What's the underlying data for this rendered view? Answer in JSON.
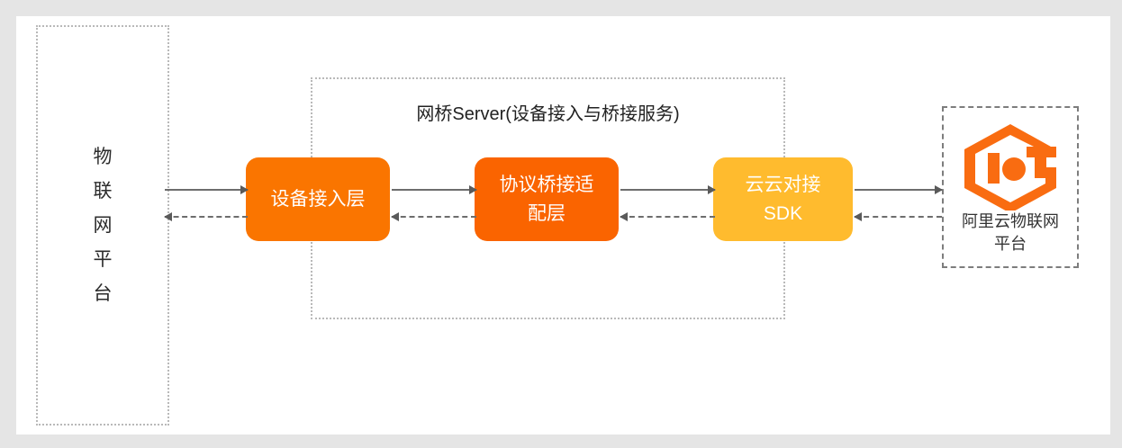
{
  "diagram": {
    "type": "architecture-flow",
    "colors": {
      "page_background": "#e5e5e5",
      "canvas_background": "#ffffff",
      "box_orange": "#fa7500",
      "box_orange_alt": "#fa6400",
      "box_amber": "#ffbb2e",
      "logo_orange": "#f96c11",
      "dotted_border": "#b9b9b9",
      "dashed_border": "#7d7d7d",
      "arrow": "#6d6d6d",
      "text_dark": "#2b2b2b"
    },
    "left_platform": {
      "label_lines": [
        "物",
        "联",
        "网",
        "平",
        "台"
      ],
      "label_text": "物联网平台",
      "border_style": "dotted"
    },
    "bridge_container": {
      "title": "网桥Server(设备接入与桥接服务)",
      "border_style": "dotted"
    },
    "boxes": [
      {
        "id": "device-access-layer",
        "lines": [
          "设备接入层"
        ],
        "color": "#fa7500"
      },
      {
        "id": "protocol-bridge-adapter-layer",
        "lines": [
          "协议桥接适",
          "配层"
        ],
        "color": "#fa6400"
      },
      {
        "id": "cloud-to-cloud-sdk",
        "lines": [
          "云云对接",
          "SDK"
        ],
        "color": "#ffbb2e"
      }
    ],
    "cloud_platform": {
      "logo_name": "alibaba-cloud-iot-logo",
      "label_lines": [
        "阿里云物联网",
        "平台"
      ],
      "label_text": "阿里云物联网平台",
      "border_style": "dashed"
    },
    "arrows": {
      "forward_style": "solid",
      "forward_direction": "right",
      "return_style": "dashed",
      "return_direction": "left",
      "forward_count": 4,
      "return_count": 4
    }
  }
}
